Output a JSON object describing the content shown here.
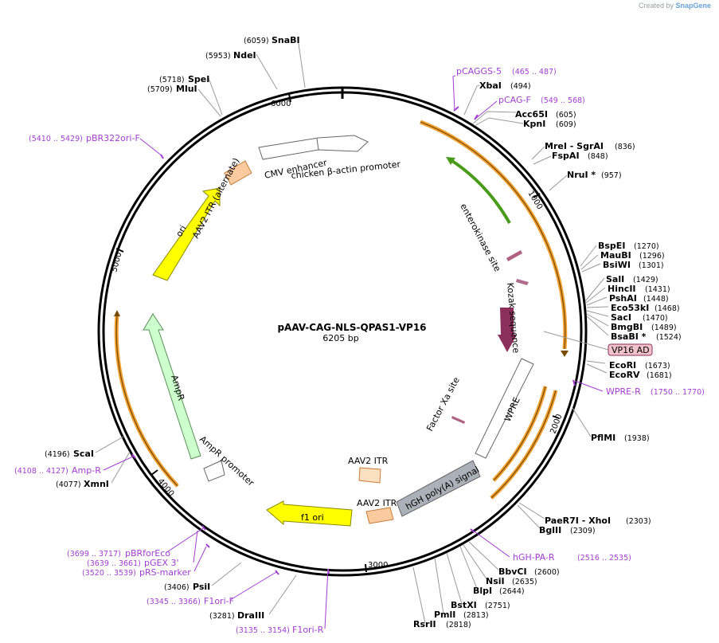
{
  "header": {
    "credit_prefix": "Created by",
    "credit_brand": "SnapGene"
  },
  "plasmid": {
    "name": "pAAV-CAG-NLS-QPAS1-VP16",
    "length_label": "6205 bp",
    "length": 6205
  },
  "colors": {
    "primer": "#a23ed1",
    "feature_orange": "#fbcba0",
    "promoter_white": "#ffffff",
    "ori_yellow": "#ffff00",
    "ampr_green": "#ccffcc",
    "polya_gray": "#aab1b8",
    "kozak_maroon": "#8b2f5c",
    "vp16_pink": "#f2c2cb",
    "primer_bar": "#f0a030",
    "enzyme_text": "#000000",
    "backbone": "#000000"
  },
  "ticks": [
    {
      "pos": 1000,
      "label": "1000"
    },
    {
      "pos": 2000,
      "label": "2000"
    },
    {
      "pos": 3000,
      "label": "3000"
    },
    {
      "pos": 4000,
      "label": "4000"
    },
    {
      "pos": 5000,
      "label": "5000"
    },
    {
      "pos": 6000,
      "label": "6000"
    }
  ],
  "enzymes_right": [
    {
      "name": "Acc65I",
      "pos": "(605)"
    },
    {
      "name": "KpnI",
      "pos": "(609)"
    },
    {
      "name": "MreI - SgrAI",
      "pos": "(836)"
    },
    {
      "name": "FspAI",
      "pos": "(848)"
    },
    {
      "name": "NruI *",
      "pos": "(957)"
    },
    {
      "name": "BspEI",
      "pos": "(1270)"
    },
    {
      "name": "MauBI",
      "pos": "(1296)"
    },
    {
      "name": "BsiWI",
      "pos": "(1301)"
    },
    {
      "name": "SalI",
      "pos": "(1429)"
    },
    {
      "name": "HincII",
      "pos": "(1431)"
    },
    {
      "name": "PshAI",
      "pos": "(1448)"
    },
    {
      "name": "Eco53kI",
      "pos": "(1468)"
    },
    {
      "name": "SacI",
      "pos": "(1470)"
    },
    {
      "name": "BmgBI",
      "pos": "(1489)"
    },
    {
      "name": "BsaBI *",
      "pos": "(1524)"
    },
    {
      "name": "EcoRI",
      "pos": "(1673)"
    },
    {
      "name": "EcoRV",
      "pos": "(1681)"
    },
    {
      "name": "PflMI",
      "pos": "(1938)"
    },
    {
      "name": "PaeR7I - XhoI",
      "pos": "(2303)"
    },
    {
      "name": "BglII",
      "pos": "(2309)"
    },
    {
      "name": "BbvCI",
      "pos": "(2600)"
    },
    {
      "name": "NsiI",
      "pos": "(2635)"
    },
    {
      "name": "BlpI",
      "pos": "(2644)"
    },
    {
      "name": "BstXI",
      "pos": "(2751)"
    },
    {
      "name": "PmlI",
      "pos": "(2813)"
    },
    {
      "name": "RsrII",
      "pos": "(2818)"
    }
  ],
  "enzymes_left": [
    {
      "name": "SnaBI",
      "pos": "(6059)"
    },
    {
      "name": "NdeI",
      "pos": "(5953)"
    },
    {
      "name": "SpeI",
      "pos": "(5718)"
    },
    {
      "name": "MluI",
      "pos": "(5709)"
    },
    {
      "name": "ScaI",
      "pos": "(4196)"
    },
    {
      "name": "XmnI",
      "pos": "(4077)"
    },
    {
      "name": "PsiI",
      "pos": "(3406)"
    },
    {
      "name": "DraIII",
      "pos": "(3281)"
    }
  ],
  "enzymes_top": [
    {
      "name": "XbaI",
      "pos": "(494)"
    }
  ],
  "primers": [
    {
      "name": "pCAGGS-5",
      "range": "(465 .. 487)"
    },
    {
      "name": "pCAG-F",
      "range": "(549 .. 568)"
    },
    {
      "name": "pBR322ori-F",
      "range": "(5410 .. 5429)"
    },
    {
      "name": "WPRE-R",
      "range": "(1750 .. 1770)"
    },
    {
      "name": "hGH-PA-R",
      "range": "(2516 .. 2535)"
    },
    {
      "name": "Amp-R",
      "range": "(4108 .. 4127)"
    },
    {
      "name": "pBRforEco",
      "range": "(3699 .. 3717)"
    },
    {
      "name": "pGEX 3'",
      "range": "(3639 .. 3661)"
    },
    {
      "name": "pRS-marker",
      "range": "(3520 .. 3539)"
    },
    {
      "name": "F1ori-F",
      "range": "(3345 .. 3366)"
    },
    {
      "name": "F1ori-R",
      "range": "(3135 .. 3154)"
    }
  ],
  "features": {
    "cmv_enhancer": "CMV enhancer",
    "chicken_actin": "chicken β-actin promoter",
    "aav2_itr_alt": "AAV2 ITR (alternate)",
    "ori": "ori",
    "enterokinase": "enterokinase site",
    "kozak": "Kozak sequence",
    "vp16": "VP16 AD",
    "ampr": "AmpR",
    "ampr_promoter": "AmpR promoter",
    "factor_xa": "Factor Xa site",
    "wpre": "WPRE",
    "aav2_itr_1": "AAV2 ITR",
    "aav2_itr_2": "AAV2 ITR",
    "hgh_polya": "hGH poly(A) signal",
    "f1_ori": "f1 ori"
  }
}
